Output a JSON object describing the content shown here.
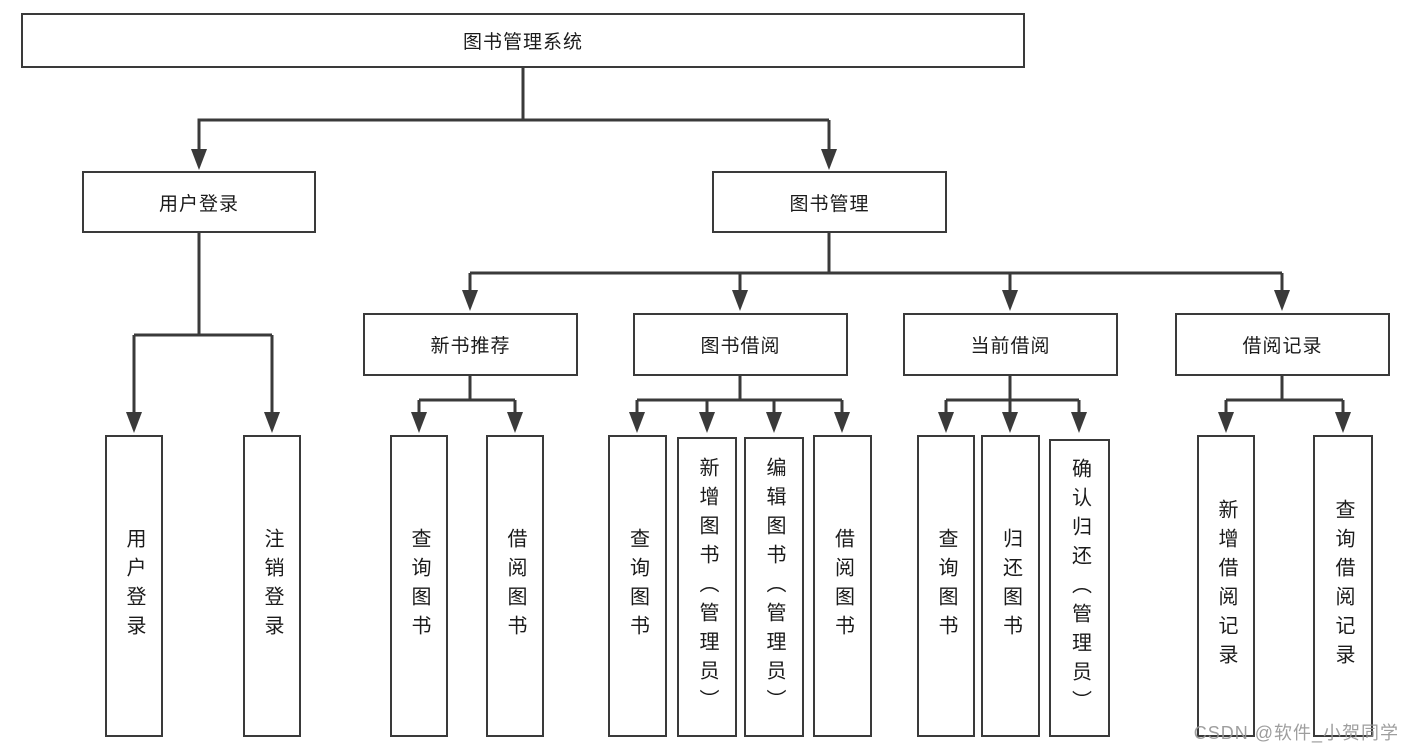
{
  "watermark": "CSDN @软件_小贺同学",
  "colors": {
    "background": "#ffffff",
    "box_fill": "#ffffff",
    "box_border": "#3a3a3a",
    "connector_line": "#3a3a3a",
    "text": "#1b1b1b",
    "watermark_text": "#969696"
  },
  "tree": {
    "label": "图书管理系统",
    "children": [
      {
        "label": "用户登录",
        "children": [
          {
            "label": "用户登录"
          },
          {
            "label": "注销登录"
          }
        ]
      },
      {
        "label": "图书管理",
        "children": [
          {
            "label": "新书推荐",
            "children": [
              {
                "label": "查询图书"
              },
              {
                "label": "借阅图书"
              }
            ]
          },
          {
            "label": "图书借阅",
            "children": [
              {
                "label": "查询图书"
              },
              {
                "label": "新增图书（管理员）"
              },
              {
                "label": "编辑图书（管理员）"
              },
              {
                "label": "借阅图书"
              }
            ]
          },
          {
            "label": "当前借阅",
            "children": [
              {
                "label": "查询图书"
              },
              {
                "label": "归还图书"
              },
              {
                "label": "确认归还（管理员）"
              }
            ]
          },
          {
            "label": "借阅记录",
            "children": [
              {
                "label": "新增借阅记录"
              },
              {
                "label": "查询借阅记录"
              }
            ]
          }
        ]
      }
    ]
  }
}
